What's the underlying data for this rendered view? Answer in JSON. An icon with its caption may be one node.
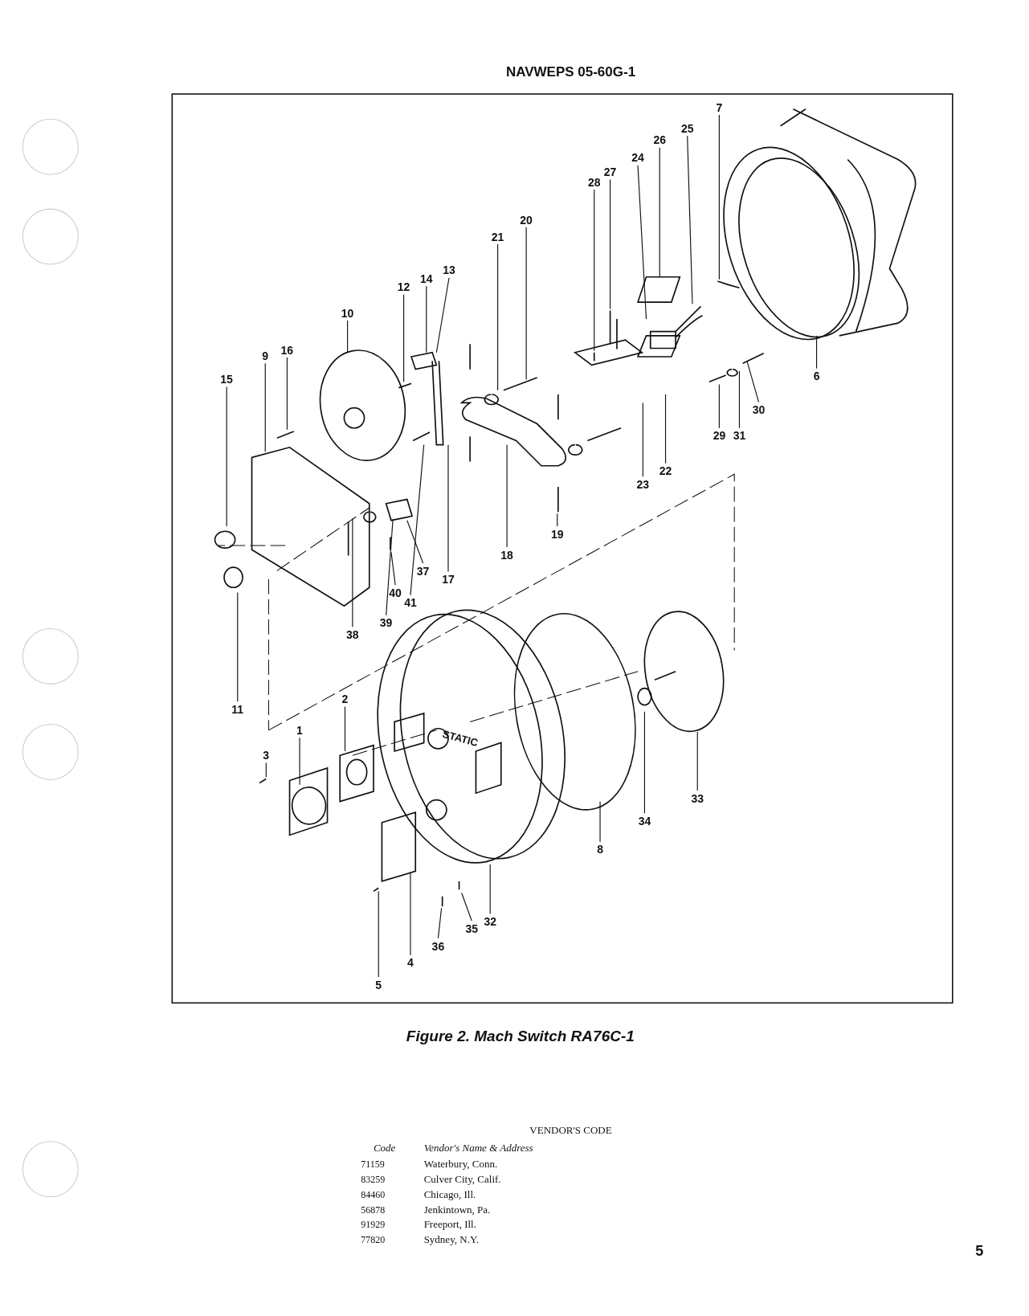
{
  "diagram": {
    "caption": "Figure 2. Mach Switch RA76C-1",
    "nodes": [
      {
        "text": [
          "1"
        ]
      },
      {
        "text": [
          "2"
        ]
      },
      {
        "text": [
          "3"
        ]
      },
      {
        "text": [
          "4"
        ]
      },
      {
        "text": [
          "5"
        ]
      },
      {
        "text": [
          "6"
        ]
      },
      {
        "text": [
          "7"
        ]
      },
      {
        "text": [
          "8"
        ]
      },
      {
        "text": [
          "9"
        ]
      },
      {
        "text": [
          "10"
        ]
      },
      {
        "text": [
          "11"
        ]
      },
      {
        "text": [
          "12"
        ]
      },
      {
        "text": [
          "13"
        ]
      },
      {
        "text": [
          "14"
        ]
      },
      {
        "text": [
          "15"
        ]
      },
      {
        "text": [
          "16"
        ]
      },
      {
        "text": [
          "17"
        ]
      },
      {
        "text": [
          "18"
        ]
      },
      {
        "text": [
          "19"
        ]
      },
      {
        "text": [
          "20"
        ]
      },
      {
        "text": [
          "21"
        ]
      },
      {
        "text": [
          "22"
        ]
      },
      {
        "text": [
          "23"
        ]
      },
      {
        "text": [
          "24"
        ]
      },
      {
        "text": [
          "25"
        ]
      },
      {
        "text": [
          "26"
        ]
      },
      {
        "text": [
          "27"
        ]
      },
      {
        "text": [
          "28"
        ]
      },
      {
        "text": [
          "29"
        ]
      },
      {
        "text": [
          "30"
        ]
      },
      {
        "text": [
          "31"
        ]
      },
      {
        "text": [
          "32"
        ]
      },
      {
        "text": [
          "33"
        ]
      },
      {
        "text": [
          "34"
        ]
      },
      {
        "text": [
          "35"
        ]
      },
      {
        "text": [
          "36"
        ]
      },
      {
        "text": [
          "37"
        ]
      },
      {
        "text": [
          "38"
        ]
      },
      {
        "text": [
          "39"
        ]
      },
      {
        "text": [
          "40"
        ]
      },
      {
        "text": [
          "41"
        ]
      }
    ],
    "edges": [
      {
        "from": 0,
        "to": null,
        "arrow": "none"
      },
      {
        "from": 1,
        "to": null,
        "arrow": "none"
      },
      {
        "from": 2,
        "to": null,
        "arrow": "none"
      },
      {
        "from": 3,
        "to": null,
        "arrow": "none"
      },
      {
        "from": 4,
        "to": null,
        "arrow": "none"
      },
      {
        "from": 5,
        "to": null,
        "arrow": "none"
      },
      {
        "from": 6,
        "to": null,
        "arrow": "none"
      },
      {
        "from": 7,
        "to": null,
        "arrow": "none"
      },
      {
        "from": 8,
        "to": null,
        "arrow": "none"
      },
      {
        "from": 9,
        "to": null,
        "arrow": "none"
      },
      {
        "from": 10,
        "to": null,
        "arrow": "none"
      },
      {
        "from": 11,
        "to": null,
        "arrow": "none"
      },
      {
        "from": 12,
        "to": null,
        "arrow": "none"
      },
      {
        "from": 13,
        "to": null,
        "arrow": "none"
      },
      {
        "from": 14,
        "to": null,
        "arrow": "none"
      },
      {
        "from": 15,
        "to": null,
        "arrow": "none"
      },
      {
        "from": 16,
        "to": null,
        "arrow": "none"
      },
      {
        "from": 17,
        "to": null,
        "arrow": "none"
      },
      {
        "from": 18,
        "to": null,
        "arrow": "none"
      },
      {
        "from": 19,
        "to": null,
        "arrow": "none"
      },
      {
        "from": 20,
        "to": null,
        "arrow": "none"
      },
      {
        "from": 21,
        "to": null,
        "arrow": "none"
      },
      {
        "from": 22,
        "to": null,
        "arrow": "none"
      },
      {
        "from": 23,
        "to": null,
        "arrow": "none"
      },
      {
        "from": 24,
        "to": null,
        "arrow": "none"
      },
      {
        "from": 25,
        "to": null,
        "arrow": "none"
      },
      {
        "from": 26,
        "to": null,
        "arrow": "none"
      },
      {
        "from": 27,
        "to": null,
        "arrow": "none"
      },
      {
        "from": 28,
        "to": null,
        "arrow": "none"
      },
      {
        "from": 29,
        "to": null,
        "arrow": "none"
      },
      {
        "from": 30,
        "to": null,
        "arrow": "none"
      },
      {
        "from": 31,
        "to": null,
        "arrow": "none"
      },
      {
        "from": 32,
        "to": null,
        "arrow": "none"
      },
      {
        "from": 33,
        "to": null,
        "arrow": "none"
      },
      {
        "from": 34,
        "to": null,
        "arrow": "none"
      },
      {
        "from": 35,
        "to": null,
        "arrow": "none"
      },
      {
        "from": 36,
        "to": null,
        "arrow": "none"
      },
      {
        "from": 37,
        "to": null,
        "arrow": "none"
      },
      {
        "from": 38,
        "to": null,
        "arrow": "none"
      },
      {
        "from": 39,
        "to": null,
        "arrow": "none"
      },
      {
        "from": 40,
        "to": null,
        "arrow": "none"
      }
    ],
    "labels": [
      "NAVWEPS 05-60G-1",
      "STATIC",
      "VENDOR'S CODE",
      "Code",
      "Vendor's Name & Address",
      "71159",
      "Waterbury, Conn.",
      "83259",
      "Culver City, Calif.",
      "84460",
      "Chicago, Ill.",
      "56878",
      "Jenkintown, Pa.",
      "91929",
      "Freeport, Ill.",
      "77820",
      "Sydney, N.Y.",
      "5"
    ]
  }
}
